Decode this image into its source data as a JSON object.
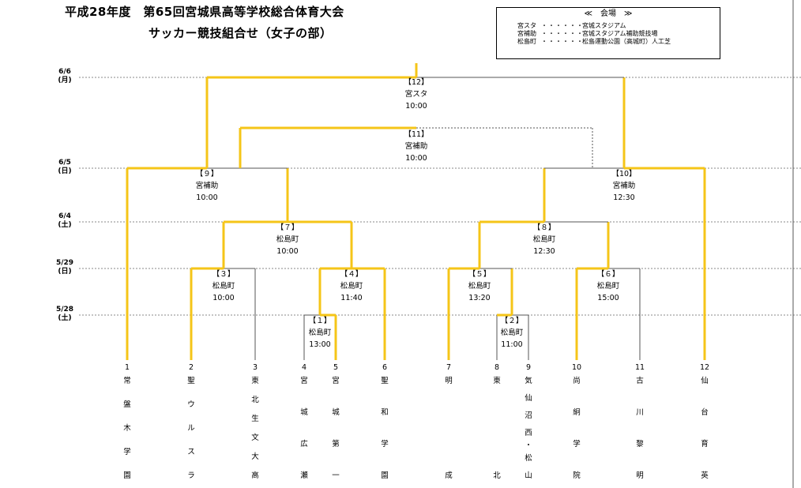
{
  "title": {
    "line1": "平成28年度　第65回宮城県高等学校総合体育大会",
    "line2": "サッカー競技組合せ（女子の部）"
  },
  "venue_legend": {
    "heading": "≪　会場　≫",
    "rows": [
      {
        "abbr": "宮スタ",
        "dots": "・・・・・・",
        "full": "宮城スタジアム"
      },
      {
        "abbr": "宮補助",
        "dots": "・・・・・・",
        "full": "宮城スタジアム補助競技場"
      },
      {
        "abbr": "松島町",
        "dots": "・・・・・・",
        "full": "松島運動公園（高城町）人工芝"
      }
    ]
  },
  "dates": [
    {
      "md": "6/6",
      "dow": "(月)"
    },
    {
      "md": "6/5",
      "dow": "(日)"
    },
    {
      "md": "6/4",
      "dow": "(土)"
    },
    {
      "md": "5/29",
      "dow": "(日)"
    },
    {
      "md": "5/28",
      "dow": "(土)"
    }
  ],
  "matches": [
    {
      "num": "【１】",
      "venue": "松島町",
      "time": "13:00"
    },
    {
      "num": "【２】",
      "venue": "松島町",
      "time": "11:00"
    },
    {
      "num": "【３】",
      "venue": "松島町",
      "time": "10:00"
    },
    {
      "num": "【４】",
      "venue": "松島町",
      "time": "11:40"
    },
    {
      "num": "【５】",
      "venue": "松島町",
      "time": "13:20"
    },
    {
      "num": "【６】",
      "venue": "松島町",
      "time": "15:00"
    },
    {
      "num": "【７】",
      "venue": "松島町",
      "time": "10:00"
    },
    {
      "num": "【８】",
      "venue": "松島町",
      "time": "12:30"
    },
    {
      "num": "【９】",
      "venue": "宮補助",
      "time": "10:00"
    },
    {
      "num": "【10】",
      "venue": "宮補助",
      "time": "12:30"
    },
    {
      "num": "【11】",
      "venue": "宮補助",
      "time": "10:00"
    },
    {
      "num": "【12】",
      "venue": "宮スタ",
      "time": "10:00"
    }
  ],
  "teams": [
    {
      "num": "1",
      "name": [
        "常",
        "盤",
        "木",
        "学",
        "園"
      ]
    },
    {
      "num": "2",
      "name": [
        "聖",
        "ウ",
        "ル",
        "ス",
        "ラ"
      ]
    },
    {
      "num": "3",
      "name": [
        "東",
        "北",
        "生",
        "文",
        "大",
        "高"
      ]
    },
    {
      "num": "4",
      "name": [
        "宮",
        "城",
        "広",
        "瀬"
      ]
    },
    {
      "num": "5",
      "name": [
        "宮",
        "城",
        "第",
        "一"
      ]
    },
    {
      "num": "6",
      "name": [
        "聖",
        "和",
        "学",
        "園"
      ]
    },
    {
      "num": "7",
      "name": [
        "明",
        "成"
      ]
    },
    {
      "num": "8",
      "name": [
        "東",
        "北"
      ]
    },
    {
      "num": "9",
      "name": [
        "気",
        "仙",
        "沼",
        "西",
        "・",
        "松",
        "山"
      ]
    },
    {
      "num": "10",
      "name": [
        "尚",
        "絅",
        "学",
        "院"
      ]
    },
    {
      "num": "11",
      "name": [
        "古",
        "川",
        "黎",
        "明"
      ]
    },
    {
      "num": "12",
      "name": [
        "仙",
        "台",
        "育",
        "英"
      ]
    }
  ],
  "colors": {
    "winner_line": "#F5C518",
    "base_line": "#555555",
    "date_line": "#888888"
  }
}
